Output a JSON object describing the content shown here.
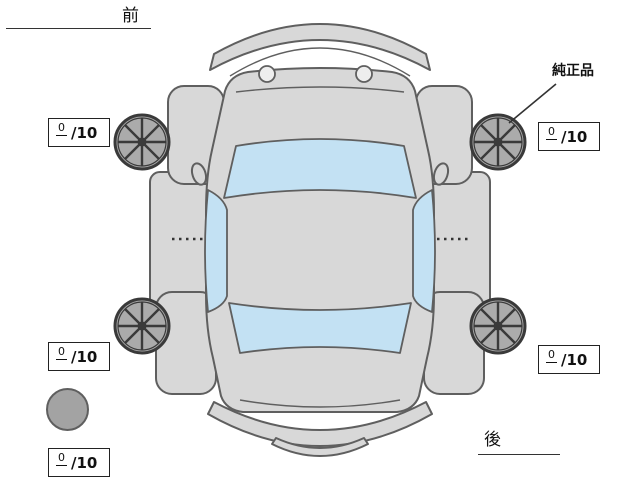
{
  "labels": {
    "front": "前",
    "rear": "後",
    "genuine_part": "純正品"
  },
  "tread": {
    "front_left": {
      "score": "0",
      "denom": "/10"
    },
    "front_right": {
      "score": "0",
      "denom": "/10"
    },
    "rear_left": {
      "score": "0",
      "denom": "/10"
    },
    "rear_right": {
      "score": "0",
      "denom": "/10"
    },
    "spare": {
      "score": "0",
      "denom": "/10"
    }
  },
  "colors": {
    "body_fill": "#d8d8d8",
    "window_fill": "#c3e1f3",
    "outline": "#5f5f5f",
    "wheel_tire": "#ababab",
    "wheel_spoke": "#3a3a3a",
    "spare_fill": "#a3a3a3",
    "line_color": "#333333"
  }
}
